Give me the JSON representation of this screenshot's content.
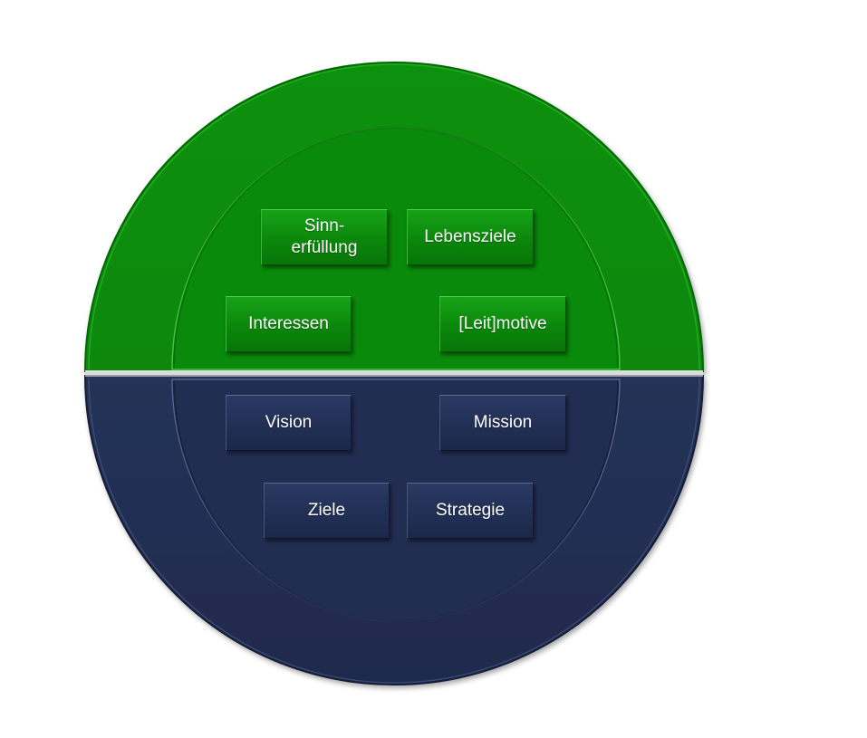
{
  "colors": {
    "upper_half": "#0a8a0a",
    "lower_half": "#222d52",
    "box_text": "#ffffff"
  },
  "upper_boxes": [
    {
      "lines": [
        "Sinn-",
        "erfüllung"
      ]
    },
    {
      "lines": [
        "Lebensziele"
      ]
    },
    {
      "lines": [
        "Interessen"
      ]
    },
    {
      "lines": [
        "[Leit]motive"
      ]
    }
  ],
  "lower_boxes": [
    {
      "lines": [
        "Vision"
      ]
    },
    {
      "lines": [
        "Mission"
      ]
    },
    {
      "lines": [
        "Ziele"
      ]
    },
    {
      "lines": [
        "Strategie"
      ]
    }
  ]
}
